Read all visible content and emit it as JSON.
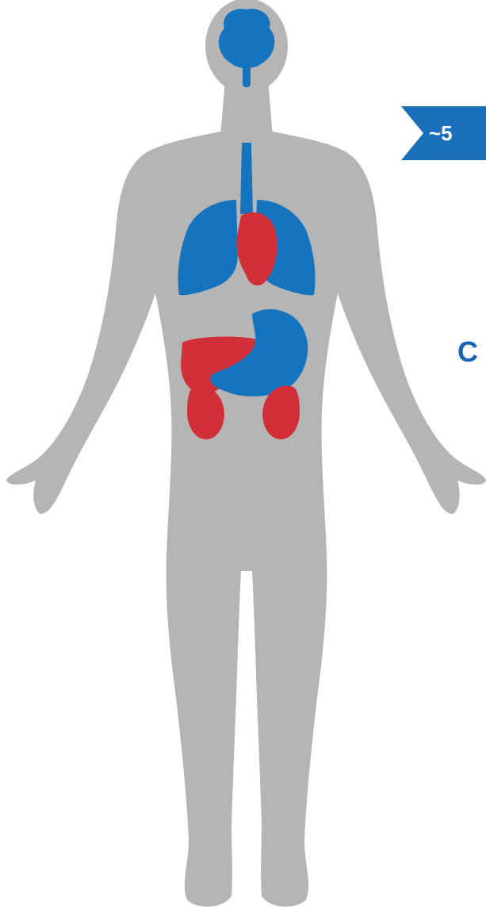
{
  "colors": {
    "body": "#b5b5b5",
    "organ_blue": "#1674be",
    "organ_red": "#d13038",
    "tag_blue": "#1a6fba",
    "text_blue": "#1a64b6"
  },
  "callout": {
    "text": "~5",
    "icon": "arrow-tag-icon"
  },
  "side_text": {
    "text": "C"
  },
  "organs": [
    {
      "name": "brain",
      "color": "blue"
    },
    {
      "name": "trachea",
      "color": "blue"
    },
    {
      "name": "lungs",
      "color": "blue"
    },
    {
      "name": "heart",
      "color": "red"
    },
    {
      "name": "liver",
      "color": "red"
    },
    {
      "name": "stomach",
      "color": "blue"
    },
    {
      "name": "kidneys",
      "color": "red"
    }
  ]
}
